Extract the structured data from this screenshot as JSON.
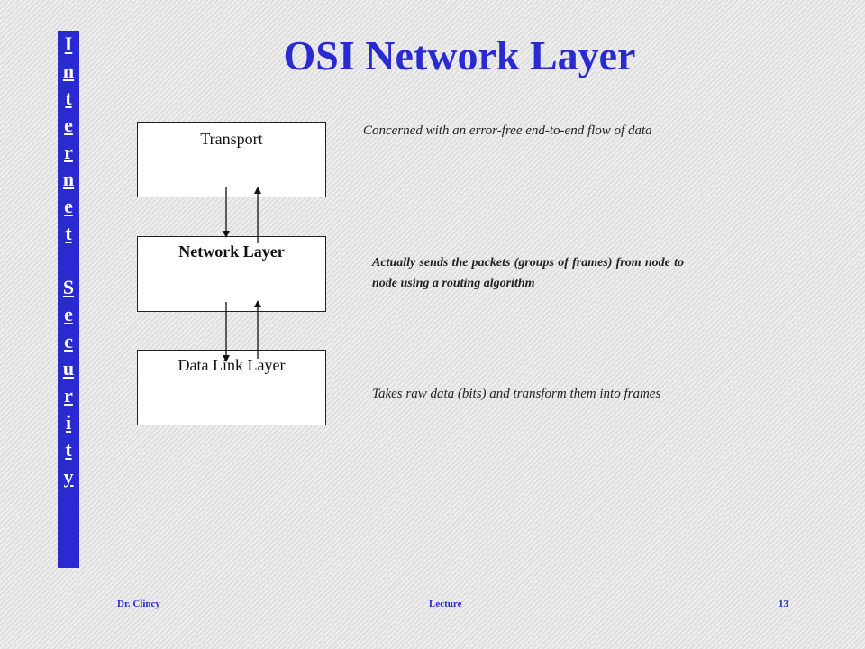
{
  "sidebar": {
    "letters": [
      "I",
      "n",
      "t",
      "e",
      "r",
      "n",
      "e",
      "t",
      "",
      "S",
      "e",
      "c",
      "u",
      "r",
      "i",
      "t",
      "y"
    ]
  },
  "title": "OSI Network Layer",
  "layers": {
    "transport": "Transport",
    "network": "Network Layer",
    "datalink": "Data Link Layer"
  },
  "descriptions": {
    "transport": "Concerned with an error-free end-to-end flow of data",
    "network": "Actually sends the packets (groups of frames) from node to node using a routing algorithm",
    "datalink": "Takes raw data (bits) and transform them into frames"
  },
  "footer": {
    "author": "Dr. Clincy",
    "lecture": "Lecture",
    "page": "13"
  },
  "colors": {
    "accent": "#2a2ad1",
    "box_fill": "#ffffff"
  }
}
